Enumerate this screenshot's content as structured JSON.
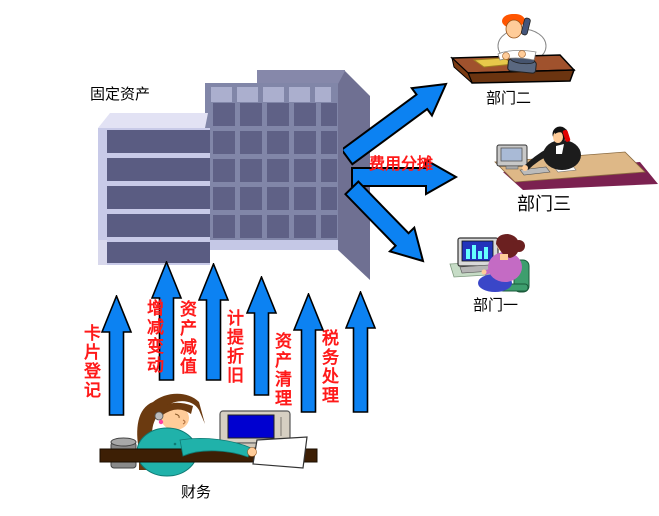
{
  "diagram": {
    "building_label": "固定资产",
    "allocation_arrow_label": "费用分摊",
    "finance_label": "财务",
    "departments": [
      {
        "label": "部门二"
      },
      {
        "label": "部门三"
      },
      {
        "label": "部门一"
      }
    ],
    "processes": [
      "卡片登记",
      "增减变动",
      "资产减值",
      "计提折旧",
      "资产清理",
      "税务处理"
    ],
    "colors": {
      "arrow_blue": "#0c82f2",
      "process_label_red": "#ff1a1a",
      "building_face": "#8186a8",
      "building_window": "#5f6186",
      "building_frame_light": "#c8cae8",
      "building_side_wall": "#6f7092",
      "background": "#ffffff"
    }
  }
}
